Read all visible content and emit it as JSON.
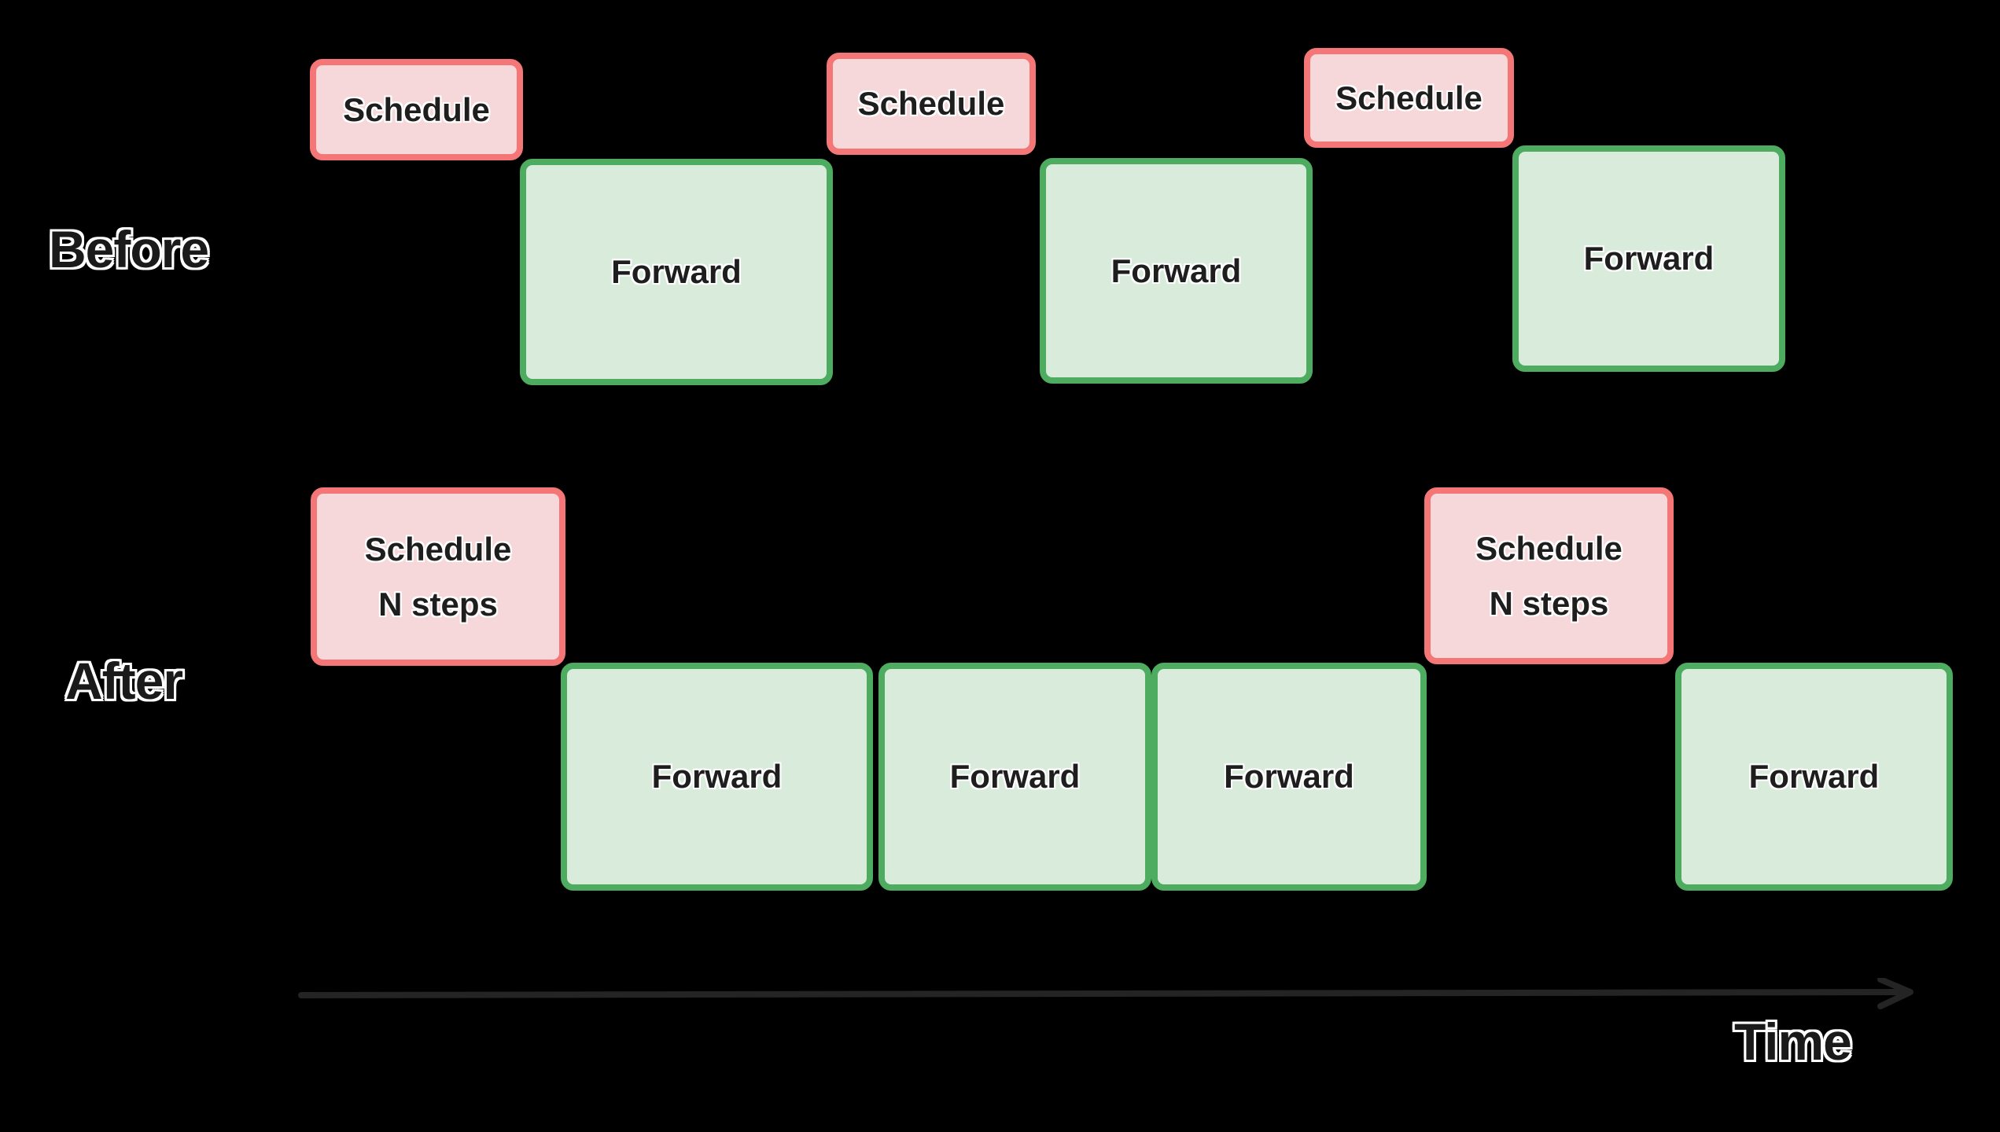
{
  "colors": {
    "background": "#000000",
    "schedule_border": "#F57676",
    "schedule_fill": "#F6D8DA",
    "forward_border": "#4DAC60",
    "forward_fill": "#D9ECDC",
    "text": "#1E1E1E",
    "label_text": "#1A1A1A",
    "label_outline": "#FFFFFF",
    "arrow": "#242424"
  },
  "rows": {
    "before": {
      "label": "Before",
      "boxes": [
        {
          "type": "schedule",
          "lines": [
            "Schedule"
          ]
        },
        {
          "type": "forward",
          "lines": [
            "Forward"
          ]
        },
        {
          "type": "schedule",
          "lines": [
            "Schedule"
          ]
        },
        {
          "type": "forward",
          "lines": [
            "Forward"
          ]
        },
        {
          "type": "schedule",
          "lines": [
            "Schedule"
          ]
        },
        {
          "type": "forward",
          "lines": [
            "Forward"
          ]
        }
      ]
    },
    "after": {
      "label": "After",
      "boxes": [
        {
          "type": "schedule",
          "lines": [
            "Schedule",
            "N steps"
          ]
        },
        {
          "type": "forward",
          "lines": [
            "Forward"
          ]
        },
        {
          "type": "forward",
          "lines": [
            "Forward"
          ]
        },
        {
          "type": "forward",
          "lines": [
            "Forward"
          ]
        },
        {
          "type": "schedule",
          "lines": [
            "Schedule",
            "N steps"
          ]
        },
        {
          "type": "forward",
          "lines": [
            "Forward"
          ]
        }
      ]
    }
  },
  "axis": {
    "label": "Time"
  }
}
